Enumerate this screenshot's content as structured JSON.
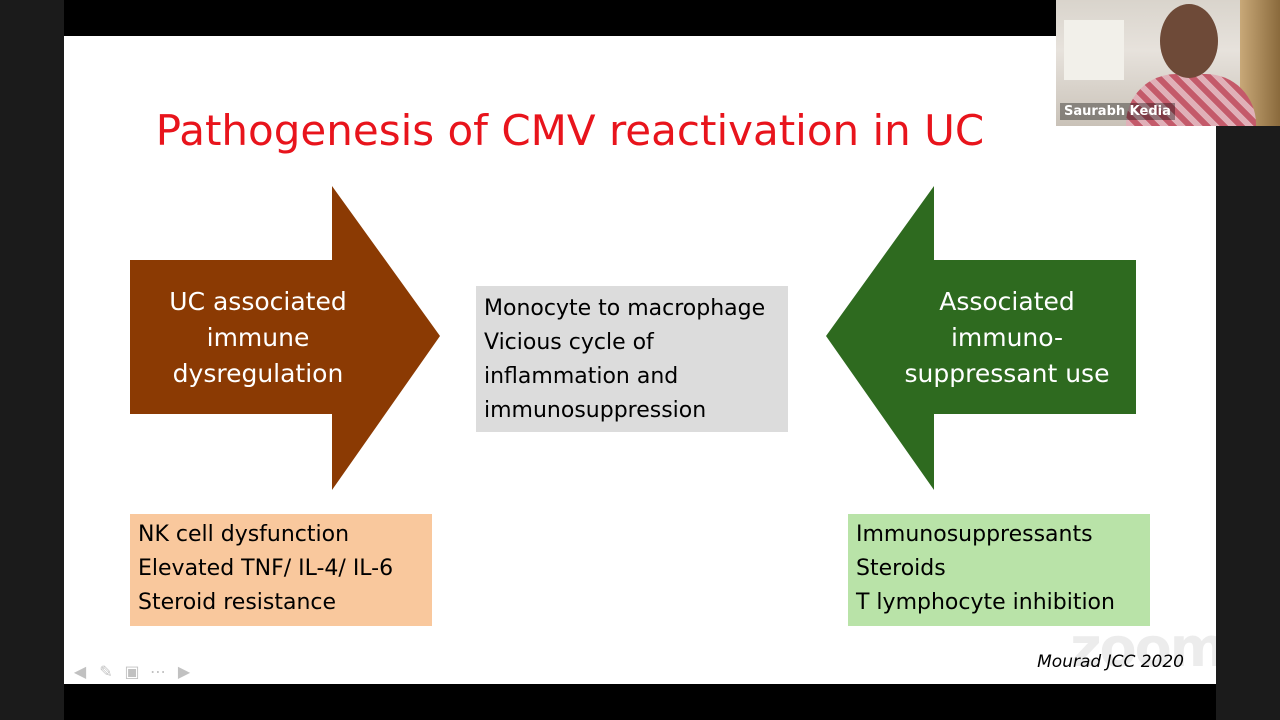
{
  "slide": {
    "title": "Pathogenesis of CMV reactivation in UC",
    "left_arrow": {
      "lines": [
        "UC associated",
        "immune",
        "dysregulation"
      ],
      "color": "#8b3a03"
    },
    "right_arrow": {
      "lines": [
        "Associated",
        "immuno-",
        "suppressant use"
      ],
      "color": "#2e6a1f"
    },
    "center_box": {
      "lines": [
        "Monocyte to macrophage",
        "Vicious cycle of",
        "inflammation and",
        "immunosuppression"
      ],
      "color": "#dcdcdc"
    },
    "left_notes": {
      "lines": [
        "NK cell dysfunction",
        "Elevated TNF/ IL-4/ IL-6",
        "Steroid resistance"
      ],
      "color": "#f9c89d"
    },
    "right_notes": {
      "lines": [
        "Immunosuppressants",
        "Steroids",
        "T lymphocyte inhibition"
      ],
      "color": "#b9e3a8"
    },
    "citation": "Mourad JCC 2020",
    "title_color": "#e8141c"
  },
  "nav": {
    "prev_icon": "arrow-left-icon",
    "pen_icon": "pen-icon",
    "slides_icon": "slides-icon",
    "more_icon": "more-icon",
    "next_icon": "arrow-right-icon"
  },
  "video": {
    "participant_name": "Saurabh Kedia"
  },
  "watermark": "zoom"
}
